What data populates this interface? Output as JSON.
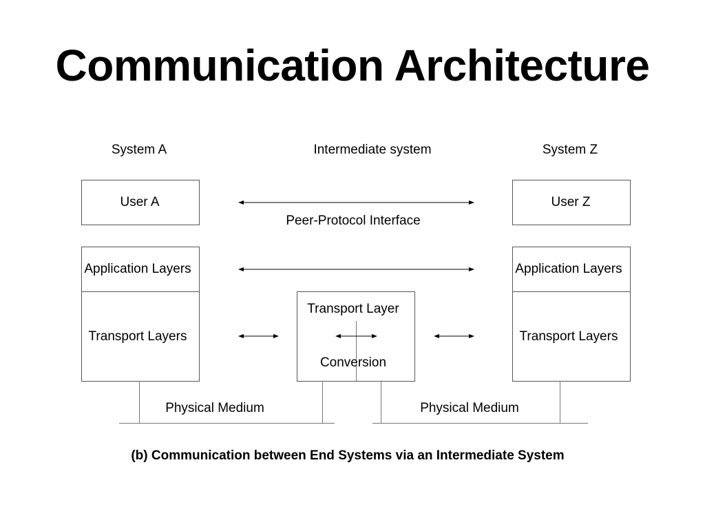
{
  "title": "Communication Architecture",
  "diagram": {
    "system_a_header": "System A",
    "intermediate_header": "Intermediate system",
    "system_z_header": "System Z",
    "user_a": "User A",
    "user_z": "User Z",
    "peer_protocol_interface": "Peer-Protocol Interface",
    "app_layers_a": "Application Layers",
    "app_layers_z": "Application Layers",
    "transport_layers_a": "Transport Layers",
    "transport_layers_z": "Transport Layers",
    "transport_layer_conversion_top": "Transport Layer",
    "transport_layer_conversion_bottom": "Conversion",
    "physical_medium_left": "Physical Medium",
    "physical_medium_right": "Physical Medium"
  },
  "caption": "(b) Communication between End Systems via an Intermediate System"
}
